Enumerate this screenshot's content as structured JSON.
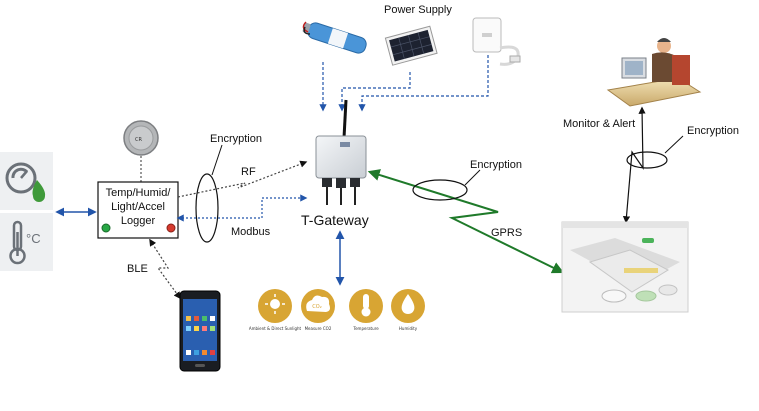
{
  "labels": {
    "power_supply": "Power Supply",
    "monitor_alert": "Monitor & Alert",
    "encryption_logger": "Encryption",
    "encryption_gprs": "Encryption",
    "encryption_monitor": "Encryption",
    "rf": "RF",
    "modbus": "Modbus",
    "gateway": "T-Gateway",
    "gprs": "GPRS",
    "ble": "BLE",
    "celsius": "°C"
  },
  "logger": {
    "line1": "Temp/Humid/",
    "line2": "Light/Accel",
    "line3": "Logger"
  },
  "sensors": [
    {
      "icon": "sun-icon",
      "label": "Ambient & Direct Sunlight"
    },
    {
      "icon": "co2-icon",
      "label": "Measure CO2",
      "glyph": "CO₂"
    },
    {
      "icon": "thermometer-icon",
      "label": "Temperature"
    },
    {
      "icon": "humidity-icon",
      "label": "Humidity"
    }
  ],
  "colors": {
    "blue_link": "#2255aa",
    "green_link": "#1f7a2a",
    "sensor_gold": "#d8a533",
    "led_green": "#28a745",
    "led_red": "#d63a2e"
  }
}
